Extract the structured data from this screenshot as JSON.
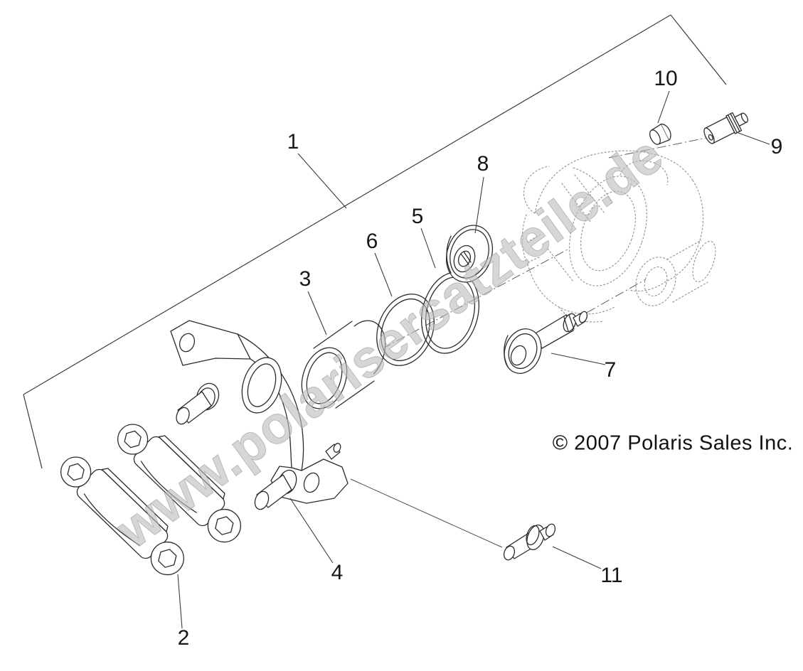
{
  "drawing": {
    "watermark": "www.polarisersatzteile.de",
    "copyright": "© 2007 Polaris Sales Inc."
  },
  "callouts": [
    {
      "number": "1"
    },
    {
      "number": "2"
    },
    {
      "number": "3"
    },
    {
      "number": "4"
    },
    {
      "number": "5"
    },
    {
      "number": "6"
    },
    {
      "number": "7"
    },
    {
      "number": "8"
    },
    {
      "number": "9"
    },
    {
      "number": "10"
    },
    {
      "number": "11"
    }
  ],
  "colors": {
    "background": "#ffffff",
    "line": "#2c2c2c",
    "phantom_line": "#909090",
    "watermark": "#c8c8c8",
    "label_text": "#161616"
  }
}
